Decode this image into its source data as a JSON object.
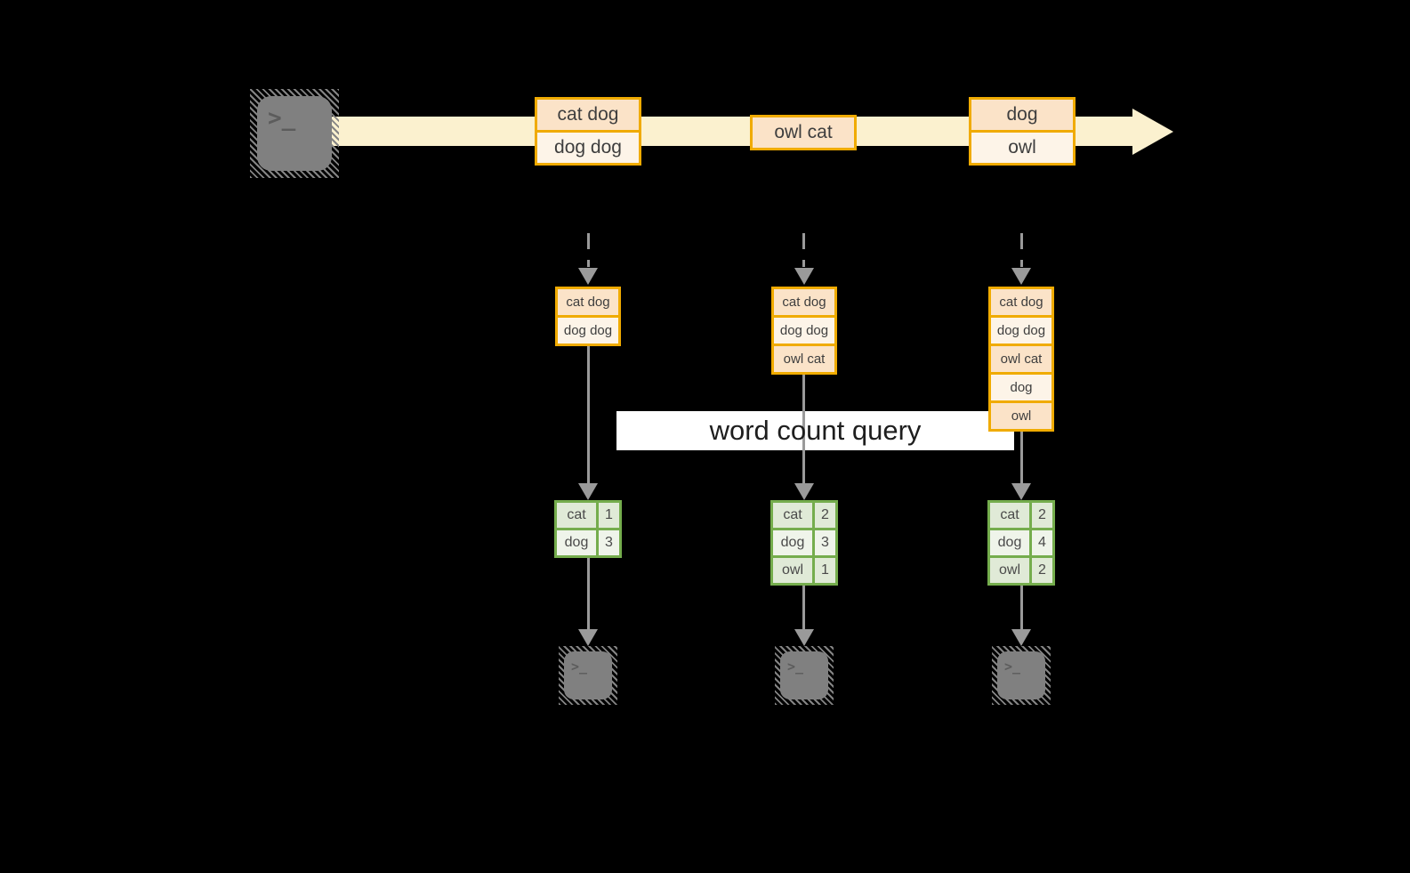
{
  "banner": {
    "label": "word count query"
  },
  "terminal_glyph": ">_",
  "stream": {
    "events": [
      {
        "rows": [
          "cat dog",
          "dog dog"
        ]
      },
      {
        "rows": [
          "owl cat"
        ]
      },
      {
        "rows": [
          "dog",
          "owl"
        ]
      }
    ]
  },
  "columns": [
    {
      "accumulated": [
        "cat dog",
        "dog dog"
      ],
      "counts": [
        {
          "word": "cat",
          "count": "1"
        },
        {
          "word": "dog",
          "count": "3"
        }
      ]
    },
    {
      "accumulated": [
        "cat dog",
        "dog dog",
        "owl cat"
      ],
      "counts": [
        {
          "word": "cat",
          "count": "2"
        },
        {
          "word": "dog",
          "count": "3"
        },
        {
          "word": "owl",
          "count": "1"
        }
      ]
    },
    {
      "accumulated": [
        "cat dog",
        "dog dog",
        "owl cat",
        "dog",
        "owl"
      ],
      "counts": [
        {
          "word": "cat",
          "count": "2"
        },
        {
          "word": "dog",
          "count": "4"
        },
        {
          "word": "owl",
          "count": "2"
        }
      ]
    }
  ],
  "colors": {
    "background": "#000000",
    "stream": "#fbf1cf",
    "event_border": "#f0ab00",
    "event_fill_dark": "#fbe3c8",
    "event_fill_light": "#fdf4e8",
    "table_border": "#75ad4d",
    "table_fill_dark": "#e0ead7",
    "table_fill_light": "#eff4ea",
    "connector": "#9a9a9a",
    "terminal": "#808080",
    "banner_bg": "#ffffff"
  }
}
